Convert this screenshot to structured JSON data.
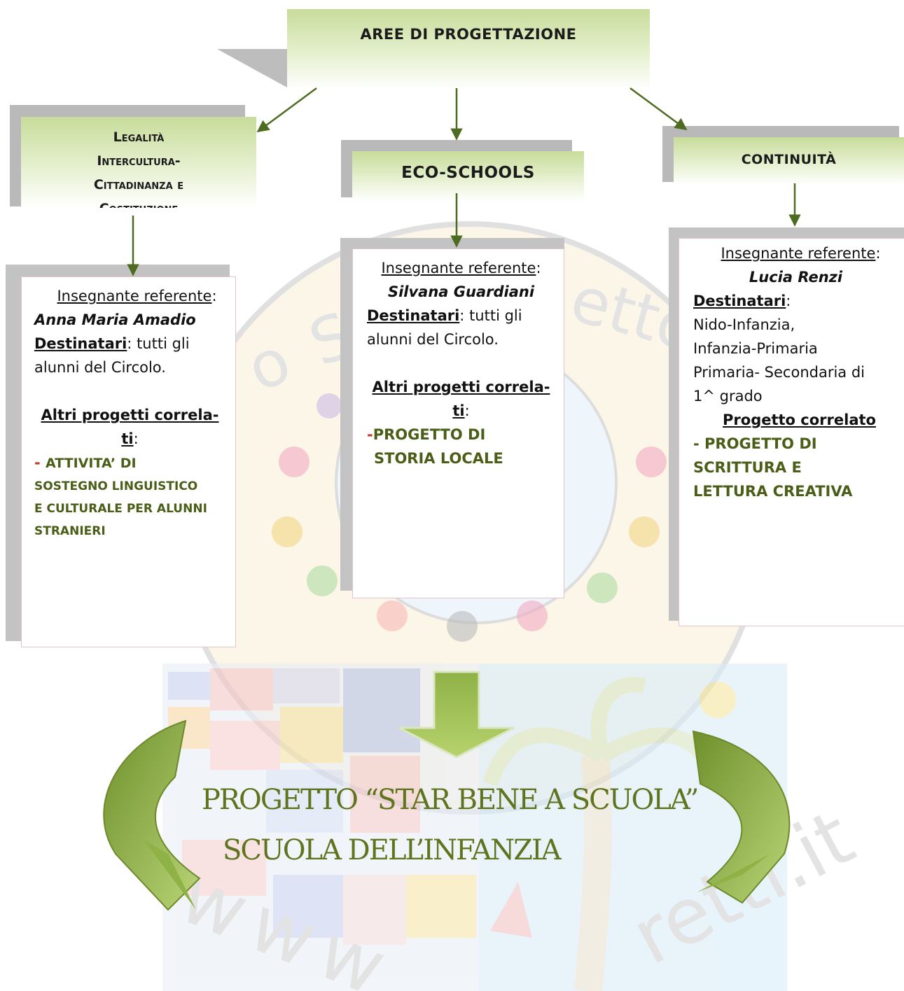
{
  "header": {
    "title": "AREE DI PROGETTAZIONE"
  },
  "areas": [
    {
      "title_lines": [
        "Legalità",
        "Intercultura-",
        "Cittadinanza e",
        "Costituzione"
      ],
      "referent_label": "Insegnante referente",
      "referent_name": "Anna Maria Amadio",
      "recipients_label": "Destinatari",
      "recipients_text_lines": [
        "tutti gli",
        "alunni del Circolo."
      ],
      "related_label_lines": [
        "Altri progetti correla-",
        "ti"
      ],
      "related_items_lines": [
        "ATTIVITA’ DI",
        "SOSTEGNO LINGUISTICO",
        "E CULTURALE PER ALUNNI",
        "STRANIERI"
      ]
    },
    {
      "title": "ECO-SCHOOLS",
      "referent_label": "Insegnante referente",
      "referent_name": "Silvana Guardiani",
      "recipients_label": "Destinatari",
      "recipients_text_lines": [
        "tutti gli",
        "alunni del Circolo."
      ],
      "related_label_lines": [
        "Altri progetti correla-",
        "ti"
      ],
      "related_items_lines": [
        "PROGETTO DI",
        "STORIA LOCALE"
      ]
    },
    {
      "title": "CONTINUITÀ",
      "referent_label": "Insegnante referente",
      "referent_name": "Lucia Renzi",
      "recipients_label": "Destinatari",
      "recipients_lines": [
        "Nido-Infanzia,",
        "Infanzia-Primaria",
        "Primaria- Secondaria di",
        "1^ grado"
      ],
      "related_label": "Progetto correlato",
      "related_items_lines": [
        "- PROGETTO DI",
        "SCRITTURA E",
        "LETTURA CREATIVA"
      ]
    }
  ],
  "bottom": {
    "title": "PROGETTO “STAR BENE A SCUOLA”",
    "subtitle": "SCUOLA DELL’INFANZIA"
  },
  "colors": {
    "arrow": "#4e6b22",
    "header_gradient_top": "#c7dc9a",
    "big_arrow_light": "#a9c75a",
    "big_arrow_dark": "#6f8f2c",
    "text_green": "#4a5e17"
  }
}
